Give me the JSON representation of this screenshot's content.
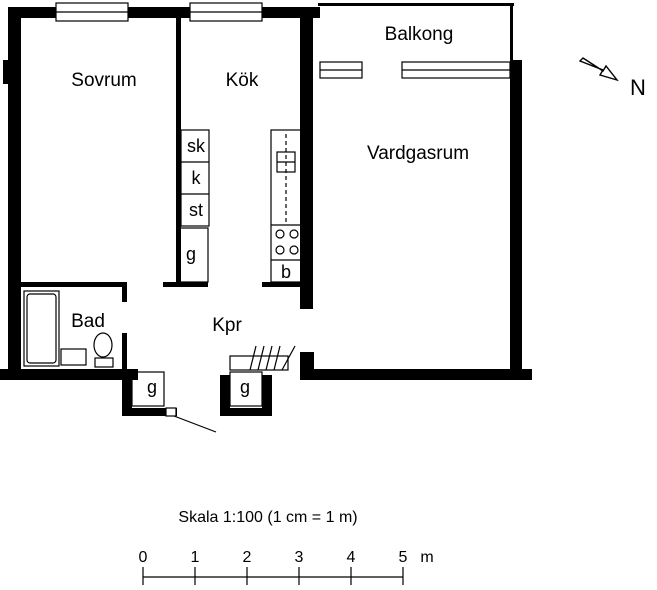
{
  "rooms": {
    "sovrum": "Sovrum",
    "kok": "Kök",
    "balkong": "Balkong",
    "vardgasrum": "Vardgasrum",
    "bad": "Bad",
    "kpr": "Kpr"
  },
  "fixtures": {
    "sk": "sk",
    "k": "k",
    "st": "st",
    "g_kitchen": "g",
    "b": "b",
    "g_left": "g",
    "g_right": "g"
  },
  "compass": {
    "label": "N"
  },
  "scale": {
    "caption": "Skala 1:100 (1 cm = 1 m)",
    "ticks": [
      "0",
      "1",
      "2",
      "3",
      "4",
      "5"
    ],
    "unit": "m"
  }
}
